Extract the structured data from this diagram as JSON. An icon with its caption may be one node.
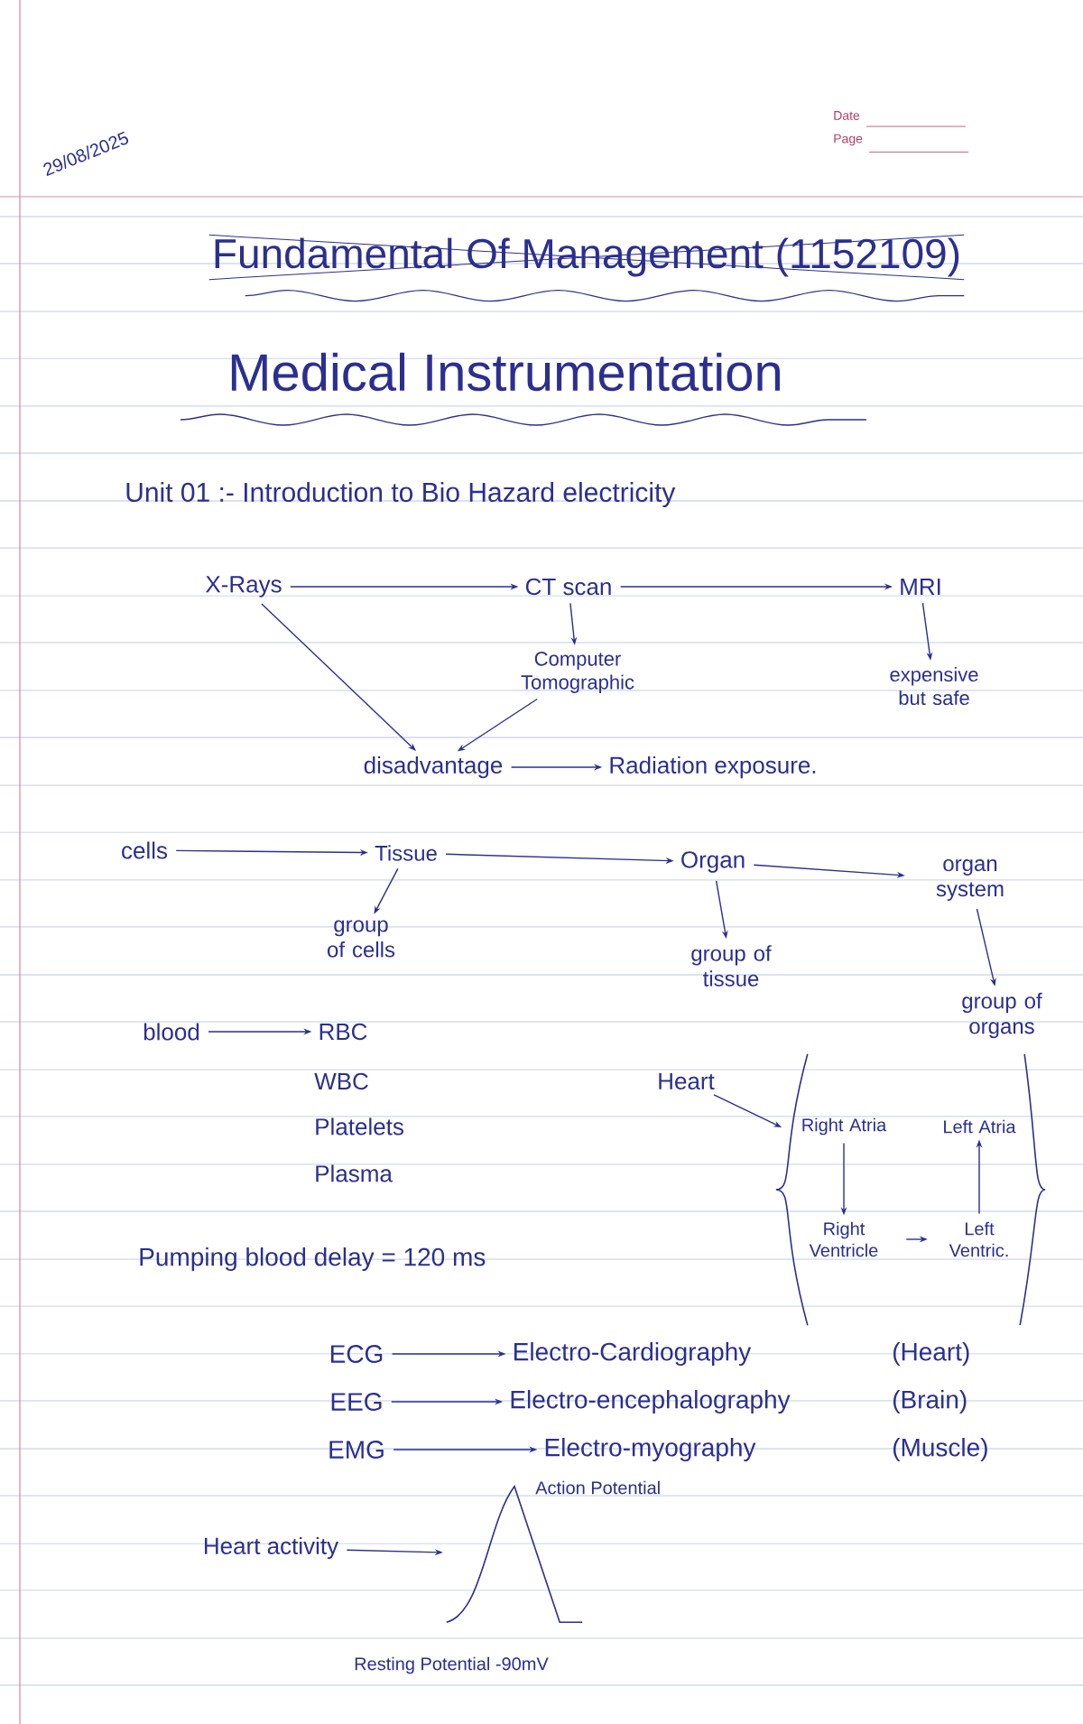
{
  "diagram": {
    "title": "Medical Instrumentation",
    "nodes": [
      {
        "text": [
          "X-Rays"
        ]
      },
      {
        "text": [
          "CT scan"
        ]
      },
      {
        "text": [
          "MRI"
        ]
      },
      {
        "text": [
          "Computer Tomographic"
        ]
      },
      {
        "text": [
          "expensive but safe"
        ]
      },
      {
        "text": [
          "disadvantage"
        ]
      },
      {
        "text": [
          "Radiation exposure."
        ]
      },
      {
        "text": [
          "cells"
        ]
      },
      {
        "text": [
          "Tissue"
        ]
      },
      {
        "text": [
          "Organ"
        ]
      },
      {
        "text": [
          "organ system"
        ]
      },
      {
        "text": [
          "group of cells"
        ]
      },
      {
        "text": [
          "group of tissue"
        ]
      },
      {
        "text": [
          "group of organs"
        ]
      },
      {
        "text": [
          "blood"
        ]
      },
      {
        "text": [
          "RBC"
        ]
      },
      {
        "text": [
          "Heart"
        ]
      },
      {
        "text": [],
        "shape": "box"
      },
      {
        "text": [
          "Right Atria"
        ],
        "in": 17
      },
      {
        "text": [
          "Left Atria"
        ],
        "in": 17
      },
      {
        "text": [
          "Right Ventricle"
        ],
        "in": 17
      },
      {
        "text": [
          "Left Ventric."
        ],
        "in": 17
      },
      {
        "text": [
          "ECG"
        ]
      },
      {
        "text": [
          "Electro-Cardiography"
        ]
      },
      {
        "text": [
          "EEG"
        ]
      },
      {
        "text": [
          "Electro-encephalography"
        ]
      },
      {
        "text": [
          "EMG"
        ]
      },
      {
        "text": [
          "Electro-myography"
        ]
      },
      {
        "text": [
          "Heart activity"
        ]
      },
      {
        "text": [],
        "shape": "picture"
      }
    ],
    "edges": [
      {
        "from": 0,
        "to": 1,
        "arrow": "to"
      },
      {
        "from": 1,
        "to": 2,
        "arrow": "to"
      },
      {
        "from": 1,
        "to": 3,
        "arrow": "to"
      },
      {
        "from": 2,
        "to": 4,
        "arrow": "to"
      },
      {
        "from": 0,
        "to": 5,
        "arrow": "to"
      },
      {
        "from": 3,
        "to": 5,
        "arrow": "to"
      },
      {
        "from": 5,
        "to": 6,
        "arrow": "to"
      },
      {
        "from": 7,
        "to": 8,
        "arrow": "to"
      },
      {
        "from": 8,
        "to": 9,
        "arrow": "to"
      },
      {
        "from": 9,
        "to": 10,
        "arrow": "to"
      },
      {
        "from": 8,
        "to": 11,
        "arrow": "to"
      },
      {
        "from": 9,
        "to": 12,
        "arrow": "to"
      },
      {
        "from": 10,
        "to": 13,
        "arrow": "to"
      },
      {
        "from": 14,
        "to": 15,
        "arrow": "to"
      },
      {
        "from": 16,
        "to": 17,
        "arrow": "to"
      },
      {
        "from": 18,
        "to": 20,
        "arrow": "to"
      },
      {
        "from": 20,
        "to": 21,
        "arrow": "to"
      },
      {
        "from": 21,
        "to": 19,
        "arrow": "to"
      },
      {
        "from": 22,
        "to": 23,
        "arrow": "to"
      },
      {
        "from": 24,
        "to": 25,
        "arrow": "to"
      },
      {
        "from": 26,
        "to": 27,
        "arrow": "to"
      },
      {
        "from": 28,
        "to": 29,
        "arrow": "to"
      }
    ],
    "labels": [
      "Date",
      "Page",
      "29/08/2025",
      "Fundamental Of Management (1152109)",
      "Unit 01 :- Introduction to Bio Hazard electricity",
      "WBC",
      "Platelets",
      "Plasma",
      "Pumping blood delay = 120 ms",
      "(Heart)",
      "(Brain)",
      "(Muscle)",
      "Action Potential",
      "Resting Potential -90mV"
    ]
  }
}
